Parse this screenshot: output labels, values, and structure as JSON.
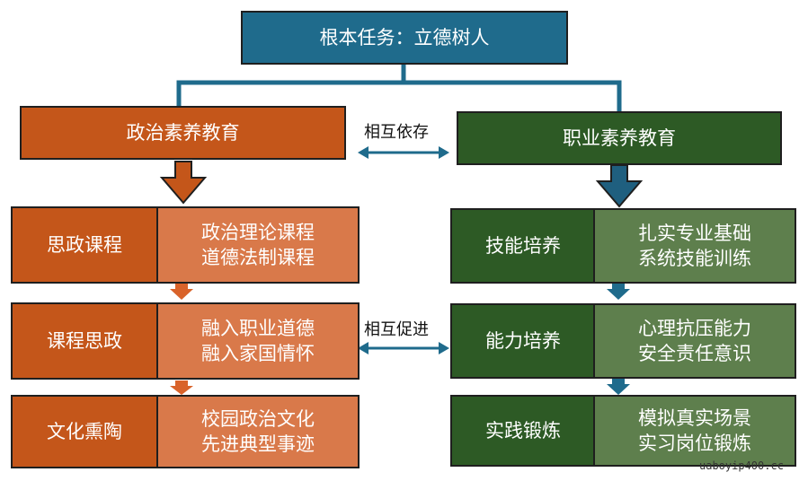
{
  "root": {
    "title": "根本任务：立德树人"
  },
  "left": {
    "header": "政治素养教育",
    "rows": [
      {
        "label": "思政课程",
        "details": [
          "政治理论课程",
          "道德法制课程"
        ]
      },
      {
        "label": "课程思政",
        "details": [
          "融入职业道德",
          "融入家国情怀"
        ]
      },
      {
        "label": "文化熏陶",
        "details": [
          "校园政治文化",
          "先进典型事迹"
        ]
      }
    ]
  },
  "right": {
    "header": "职业素养教育",
    "rows": [
      {
        "label": "技能培养",
        "details": [
          "扎实专业基础",
          "系统技能训练"
        ]
      },
      {
        "label": "能力培养",
        "details": [
          "心理抗压能力",
          "安全责任意识"
        ]
      },
      {
        "label": "实践锻炼",
        "details": [
          "模拟真实场景",
          "实习岗位锻炼"
        ]
      }
    ]
  },
  "relations": {
    "top": "相互依存",
    "middle": "相互促进"
  },
  "colors": {
    "root": "#1f6b8c",
    "orange_dark": "#c4561a",
    "orange_light": "#d9794a",
    "green_dark": "#2d5a25",
    "green_light": "#5e7f4d",
    "arrow_orange": "#d9632a",
    "arrow_blue": "#1f6b8c"
  },
  "watermark": "uaboyip400.cc"
}
